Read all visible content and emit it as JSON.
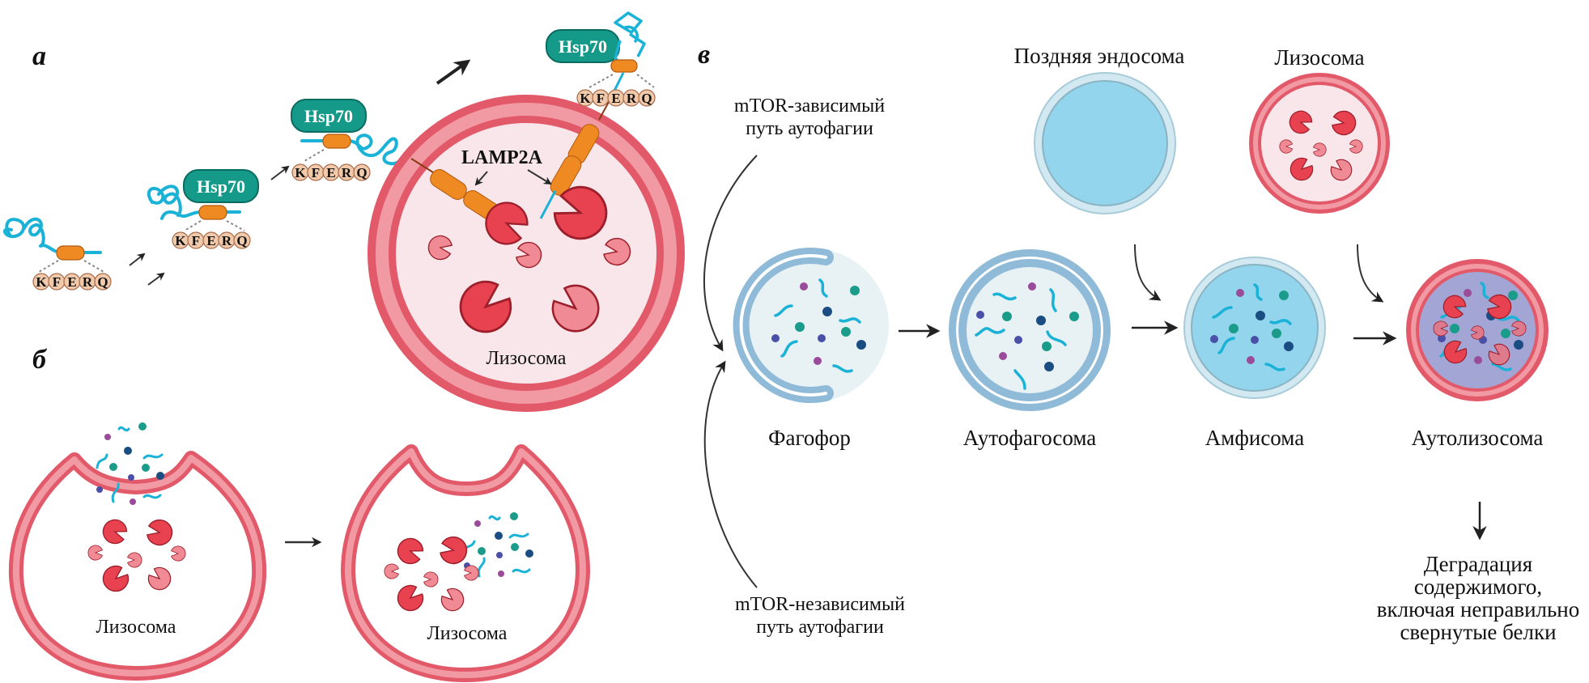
{
  "figure": {
    "panels": [
      {
        "id": "a",
        "letter": "а"
      },
      {
        "id": "b",
        "letter": "б"
      },
      {
        "id": "c",
        "letter": "в"
      }
    ],
    "colors": {
      "hsp70": "#159a8a",
      "substrate_chain": "#1ab2d6",
      "motif_bead": "#f1c9ab",
      "lamp_segment": "#ef8a22",
      "lysosome_membrane": "#e25a6a",
      "lysosome_membrane_light": "#f29aa4",
      "lysosome_lumen": "#f8e6ea",
      "enzyme_dark": "#e8414f",
      "enzyme_light": "#f08a94",
      "autophagic_membrane": "#8fbad8",
      "endosome_lumen": "#93d5ec",
      "autolysosome_lumen": "#a3a6d4",
      "cargo_purple": "#9a4b9a",
      "cargo_teal": "#1b9c8a",
      "cargo_navy": "#1a4e82",
      "cargo_indigo": "#4a4fa8"
    }
  },
  "panel_a": {
    "chaperone_label": "Hsp70",
    "motif": [
      "K",
      "F",
      "E",
      "R",
      "Q"
    ],
    "receptor_label": "LAMP2A",
    "organelle_label": "Лизосома"
  },
  "panel_b": {
    "organelle_label_left": "Лизосома",
    "organelle_label_right": "Лизосома"
  },
  "panel_c": {
    "pathway_top": [
      "mTOR-зависимый",
      "путь аутофагии"
    ],
    "pathway_bottom": [
      "mTOR-независимый",
      "путь аутофагии"
    ],
    "late_endosome_label": "Поздняя эндосома",
    "lysosome_label": "Лизосома",
    "stages": [
      {
        "name": "phagophore",
        "label": "Фагофор"
      },
      {
        "name": "autophagosome",
        "label": "Аутофагосома"
      },
      {
        "name": "amphisome",
        "label": "Амфисома"
      },
      {
        "name": "autolysosome",
        "label": "Аутолизосома"
      }
    ],
    "outcome": [
      "Деградация",
      "содержимого,",
      "включая неправильно",
      "свернутые белки"
    ]
  }
}
